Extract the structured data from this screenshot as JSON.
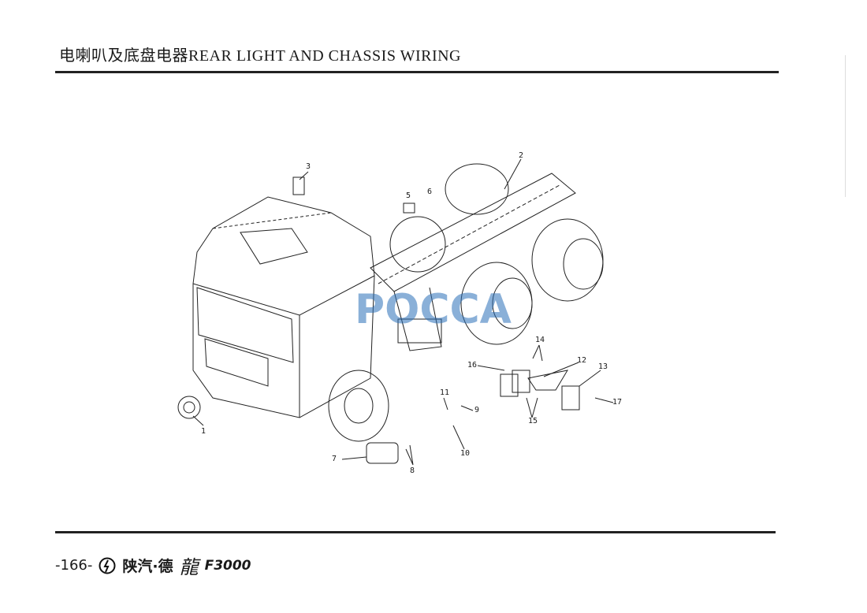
{
  "header": {
    "title": "电喇叭及底盘电器REAR LIGHT AND CHASSIS WIRING"
  },
  "diagram": {
    "callouts": [
      "1",
      "2",
      "3",
      "5",
      "6",
      "7",
      "8",
      "9",
      "10",
      "11",
      "12",
      "13",
      "14",
      "15",
      "16",
      "17"
    ],
    "watermark": "POCCA"
  },
  "footer": {
    "page_number": "-166-",
    "brand": "陕汽·德",
    "brand_logo_char": "龍",
    "model": "F3000"
  }
}
